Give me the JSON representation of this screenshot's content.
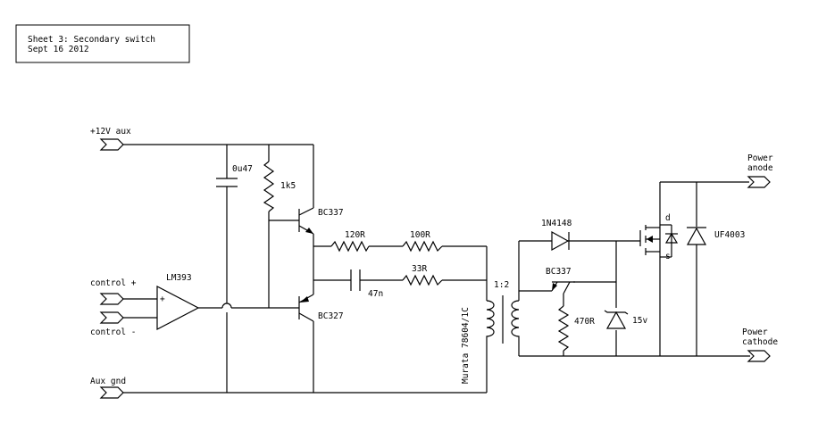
{
  "title_block": {
    "line1": "Sheet 3: Secondary switch",
    "line2": "Sept 16 2012"
  },
  "ports": {
    "aux12v": "+12V aux",
    "control_plus": "control +",
    "control_minus": "control -",
    "aux_gnd": "Aux gnd",
    "power_anode_1": "Power",
    "power_anode_2": "anode",
    "power_cathode_1": "Power",
    "power_cathode_2": "cathode"
  },
  "components": {
    "cap_0u47": "0u47",
    "res_1k5": "1k5",
    "q_bc337_top": "BC337",
    "q_bc327": "BC327",
    "opamp": "LM393",
    "opamp_plus": "+",
    "res_120r": "120R",
    "res_100r": "100R",
    "res_33r": "33R",
    "cap_47n": "47n",
    "transformer_part": "Murata 78604/1C",
    "transformer_ratio": "1:2",
    "diode_1n4148": "1N4148",
    "q_bc337_sec": "BC337",
    "res_470r": "470R",
    "zener_15v": "15v",
    "mosfet_d": "d",
    "mosfet_s": "s",
    "diode_uf4003": "UF4003"
  }
}
